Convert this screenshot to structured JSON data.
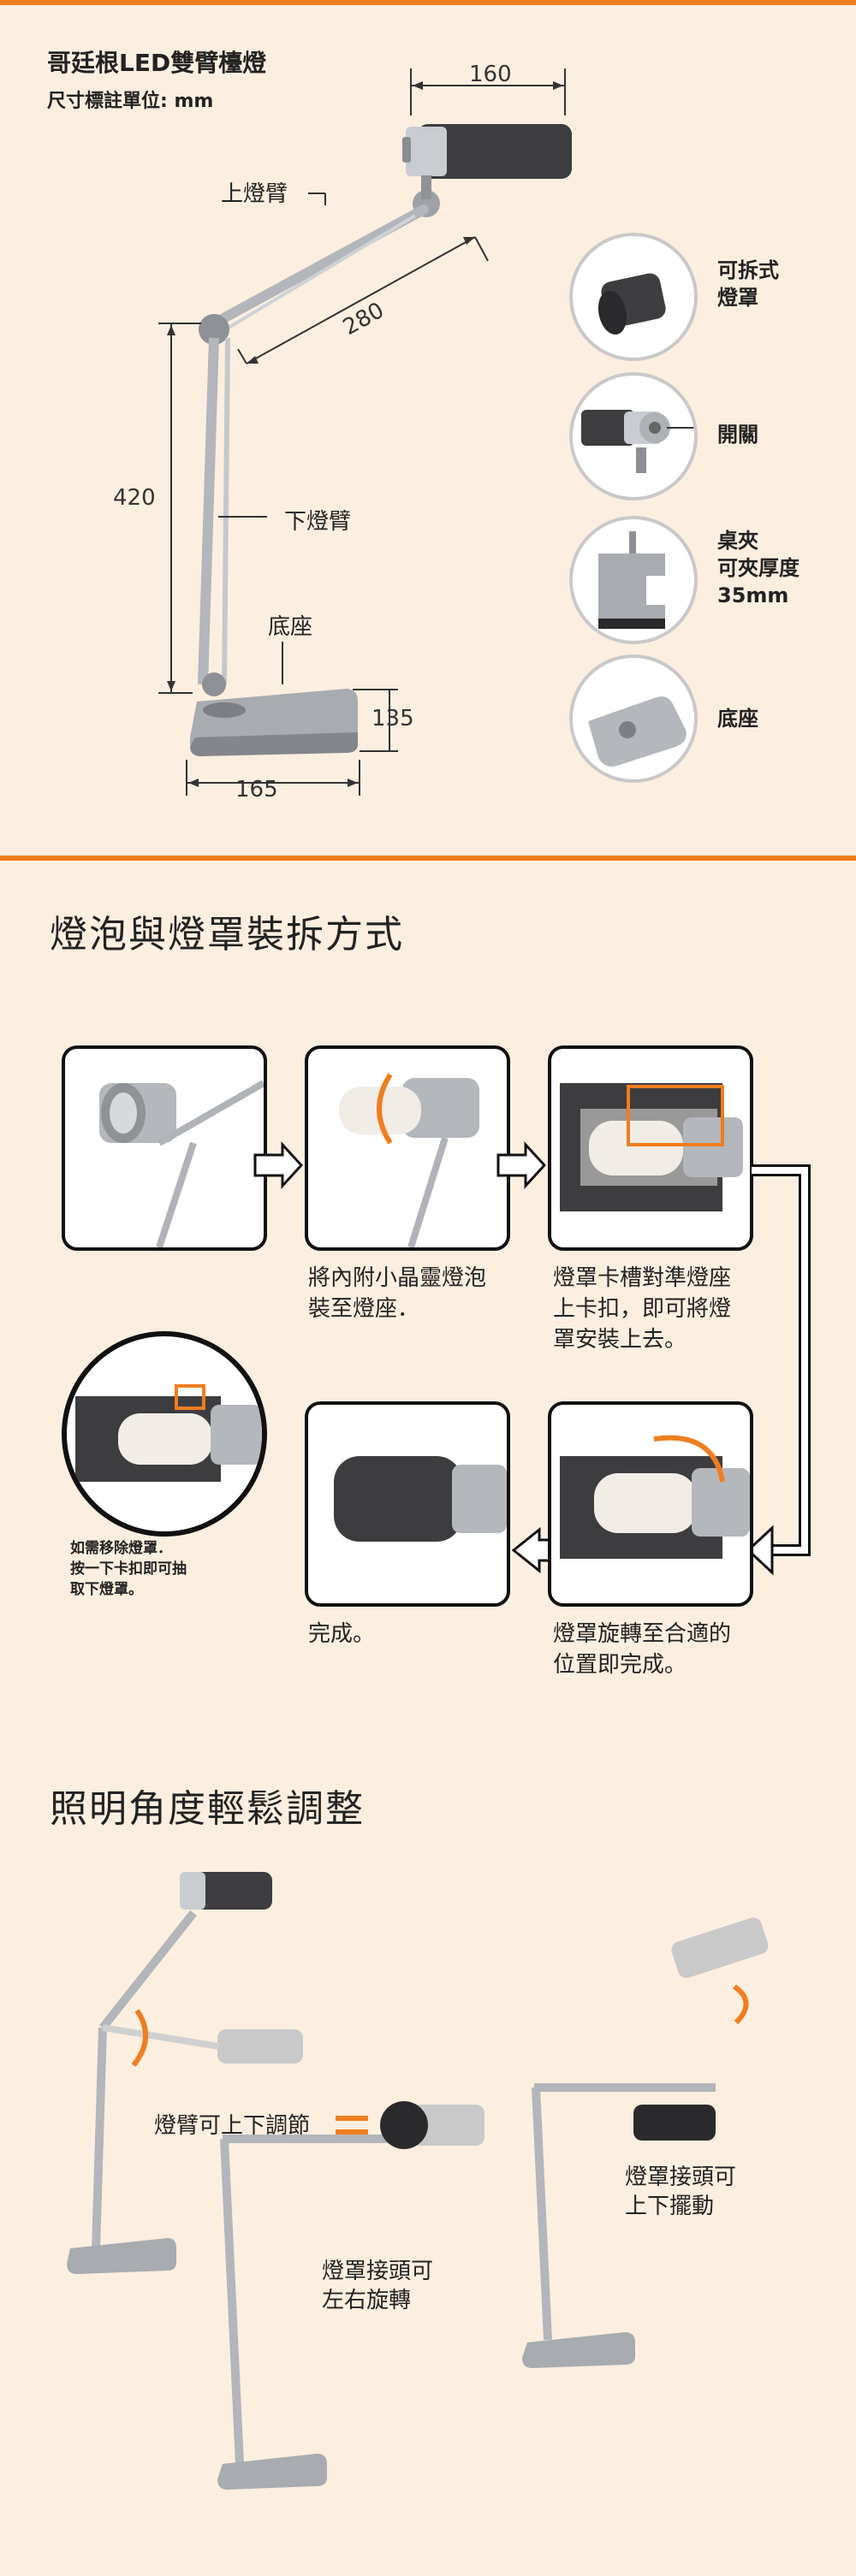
{
  "header": {
    "title": "哥廷根LED雙臂檯燈",
    "unit_note": "尺寸標註單位: mm"
  },
  "dimensions": {
    "head_width": "160",
    "upper_arm_length": "280",
    "height": "420",
    "base_depth": "135",
    "base_width": "165"
  },
  "part_labels": {
    "upper_arm": "上燈臂",
    "lower_arm": "下燈臂",
    "base": "底座"
  },
  "features": [
    {
      "label": "可拆式\n燈罩",
      "icon": "shade-icon"
    },
    {
      "label": "開關",
      "icon": "switch-icon"
    },
    {
      "label": "桌夾\n可夾厚度\n35mm",
      "icon": "clamp-icon"
    },
    {
      "label": "底座",
      "icon": "base-icon"
    }
  ],
  "section2": {
    "heading": "燈泡與燈罩裝拆方式",
    "step2_caption": "將內附小晶靈燈泡\n裝至燈座．",
    "step3_caption": "燈罩卡槽對準燈座\n上卡扣，即可將燈\n罩安裝上去。",
    "step4_caption": "燈罩旋轉至合適的\n位置即完成。",
    "step5_caption": "完成。",
    "remove_note": "如需移除燈罩．\n按一下卡扣即可抽\n取下燈罩。"
  },
  "section3": {
    "heading": "照明角度輕鬆調整",
    "caption_arm": "燈臂可上下調節",
    "caption_rotate": "燈罩接頭可\n左右旋轉",
    "caption_swing": "燈罩接頭可\n上下擺動"
  },
  "colors": {
    "accent": "#f07d1f",
    "background": "#fdefe0",
    "lamp_silver": "#b9bcc1",
    "lamp_dark": "#3a3a3c"
  }
}
